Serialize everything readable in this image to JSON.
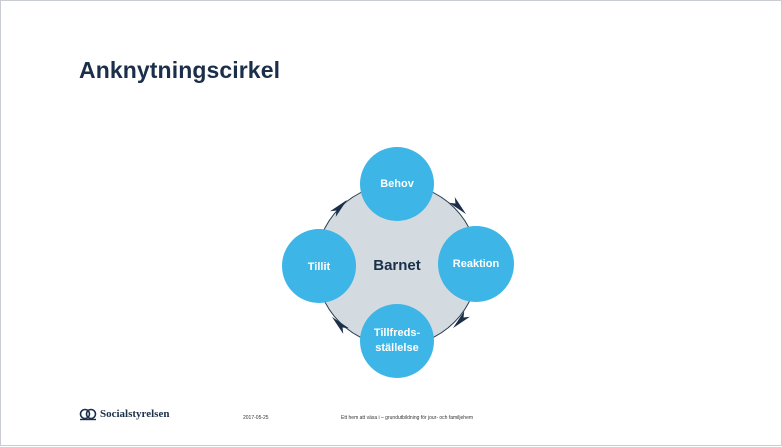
{
  "slide": {
    "title": "Anknytningscirkel"
  },
  "diagram": {
    "center": "Barnet",
    "nodes": [
      {
        "id": "top",
        "lines": [
          "Behov"
        ]
      },
      {
        "id": "right",
        "lines": [
          "Reaktion"
        ]
      },
      {
        "id": "bottom",
        "lines": [
          "Tillfreds-",
          "ställelse"
        ]
      },
      {
        "id": "left",
        "lines": [
          "Tillit"
        ]
      }
    ],
    "colors": {
      "node": "#3db5e6",
      "ring": "#d3dbe1",
      "ring_stroke": "#2a3f52",
      "arrow": "#1b2f4a"
    }
  },
  "footer": {
    "logo_text": "Socialstyrelsen",
    "date": "2017-05-25",
    "subtitle": "Ett hem att växa i – grundutbildning  för jour- och familjehem"
  }
}
